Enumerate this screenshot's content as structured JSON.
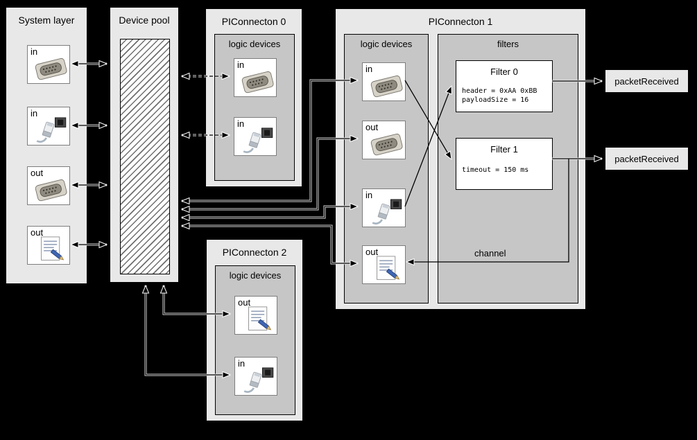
{
  "colors": {
    "background": "#000000",
    "panel": "#e8e8e8",
    "inner_panel": "#c6c6c6",
    "device_box": "#ffffff",
    "border": "#000000"
  },
  "system_layer": {
    "title": "System layer",
    "devices": [
      {
        "label": "in",
        "icon": "serial-connector-icon"
      },
      {
        "label": "in",
        "icon": "ethernet-connector-icon"
      },
      {
        "label": "out",
        "icon": "serial-connector-icon"
      },
      {
        "label": "out",
        "icon": "script-file-icon"
      }
    ]
  },
  "device_pool": {
    "title": "Device pool"
  },
  "piconnecton0": {
    "title": "PIConnecton 0",
    "section_label": "logic devices",
    "devices": [
      {
        "label": "in",
        "icon": "serial-connector-icon"
      },
      {
        "label": "in",
        "icon": "ethernet-connector-icon"
      }
    ]
  },
  "piconnecton1": {
    "title": "PIConnecton 1",
    "logic_section_label": "logic devices",
    "filters_section_label": "filters",
    "channel_label": "channel",
    "devices": [
      {
        "label": "in",
        "icon": "serial-connector-icon"
      },
      {
        "label": "out",
        "icon": "serial-connector-icon"
      },
      {
        "label": "in",
        "icon": "ethernet-connector-icon"
      },
      {
        "label": "out",
        "icon": "script-file-icon"
      }
    ],
    "filters": [
      {
        "title": "Filter 0",
        "lines": [
          "header = 0xAA 0xBB",
          "payloadSize = 16"
        ]
      },
      {
        "title": "Filter 1",
        "lines": [
          "timeout = 150 ms"
        ]
      }
    ]
  },
  "piconnecton2": {
    "title": "PIConnecton 2",
    "section_label": "logic devices",
    "devices": [
      {
        "label": "out",
        "icon": "script-file-icon"
      },
      {
        "label": "in",
        "icon": "ethernet-connector-icon"
      }
    ]
  },
  "events": [
    {
      "label": "packetReceived"
    },
    {
      "label": "packetReceived"
    }
  ]
}
